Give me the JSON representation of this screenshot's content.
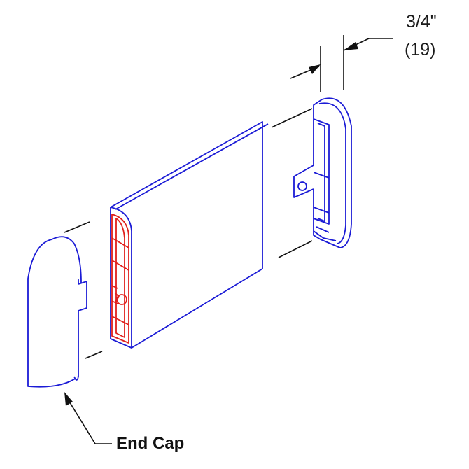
{
  "dimension": {
    "imperial": "3/4\"",
    "metric": "(19)"
  },
  "callout": {
    "label": "End Cap"
  },
  "colors": {
    "outline": "#1b1bd6",
    "profile_section": "#e0201c",
    "leader": "#111111"
  }
}
